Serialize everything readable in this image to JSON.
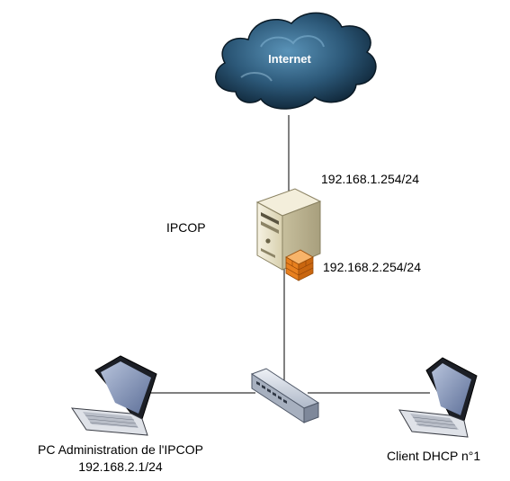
{
  "cloud": {
    "label": "Internet"
  },
  "firewall": {
    "label": "IPCOP",
    "wan_ip": "192.168.1.254/24",
    "lan_ip": "192.168.2.254/24"
  },
  "admin_pc": {
    "label": "PC Administration de l'IPCOP",
    "ip": "192.168.2.1/24"
  },
  "client_pc": {
    "label": "Client DHCP n°1"
  },
  "colors": {
    "cloud_dark": "#0f2a3e",
    "cloud_light": "#4f87ad",
    "server_body": "#ece6cc",
    "firewall_brick": "#e8801e",
    "switch_body": "#cfd6e0",
    "screen": "#7d8fb3"
  }
}
